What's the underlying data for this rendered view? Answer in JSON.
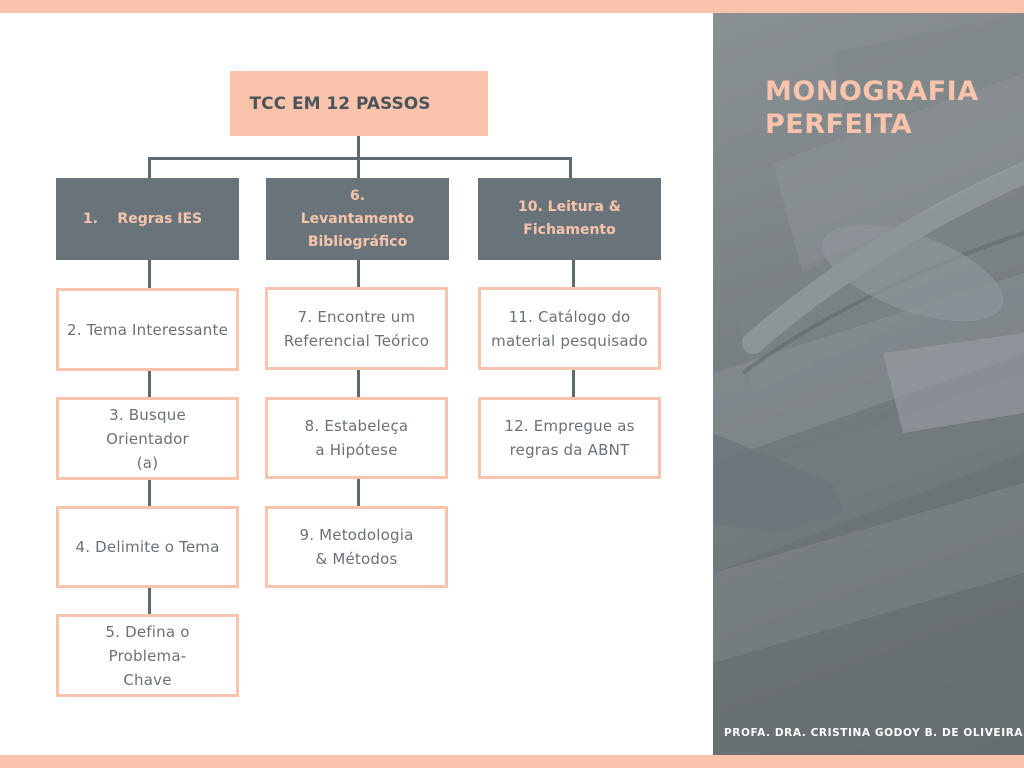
{
  "colors": {
    "accent": "#f9c4ab",
    "header_fill": "#68747a",
    "text": "#6a7278",
    "side_panel": "#747b7f"
  },
  "diagram": {
    "title": "TCC EM 12 PASSOS",
    "columns": [
      {
        "header": "1.    Regras IES",
        "steps": [
          "2. Tema Interessante",
          "3. Busque Orientador (a)",
          "4. Delimite o Tema",
          "5. Defina o Problema-Chave"
        ]
      },
      {
        "header": "6. Levantamento Bibliográfico",
        "steps": [
          "7. Encontre um Referencial Teórico",
          "8. Estabeleça a Hipótese",
          "9. Metodologia & Métodos"
        ]
      },
      {
        "header": "10. Leitura & Fichamento",
        "steps": [
          "11. Catálogo do material pesquisado",
          "12. Empregue as regras da ABNT"
        ]
      }
    ]
  },
  "side_panel": {
    "title": "MONOGRAFIA PERFEITA",
    "author": "PROFA. DRA. CRISTINA GODOY B. DE OLIVEIRA"
  }
}
